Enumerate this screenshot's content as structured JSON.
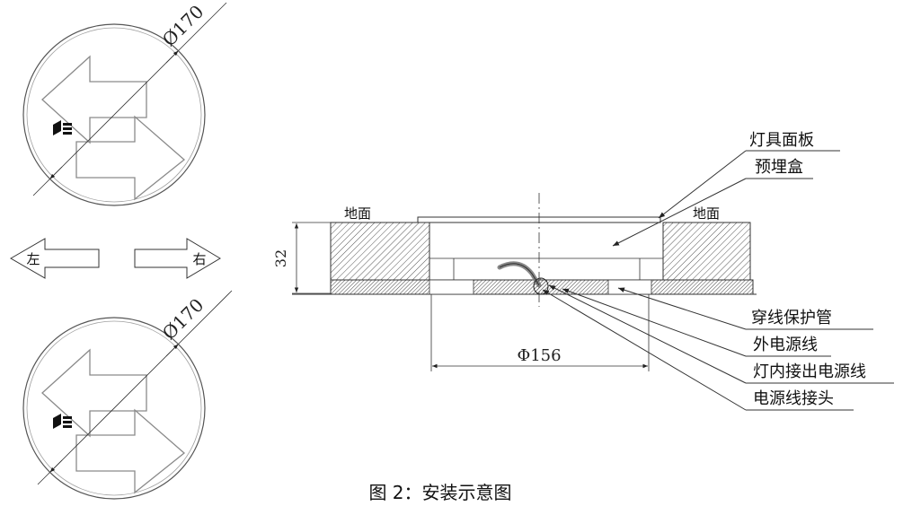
{
  "top_view": {
    "upper_diameter_label": "Ø170",
    "lower_diameter_label": "Ø170"
  },
  "direction_arrows": {
    "left_label": "左",
    "right_label": "右"
  },
  "section_view": {
    "ground_left_label": "地面",
    "ground_right_label": "地面",
    "depth_dimension": "32",
    "width_dimension": "Φ156",
    "callouts": {
      "panel": "灯具面板",
      "embedded_box": "预埋盒",
      "conduit": "穿线保护管",
      "external_wire": "外电源线",
      "internal_wire": "灯内接出电源线",
      "wire_connector": "电源线接头"
    }
  },
  "caption": "图 2：安装示意图"
}
